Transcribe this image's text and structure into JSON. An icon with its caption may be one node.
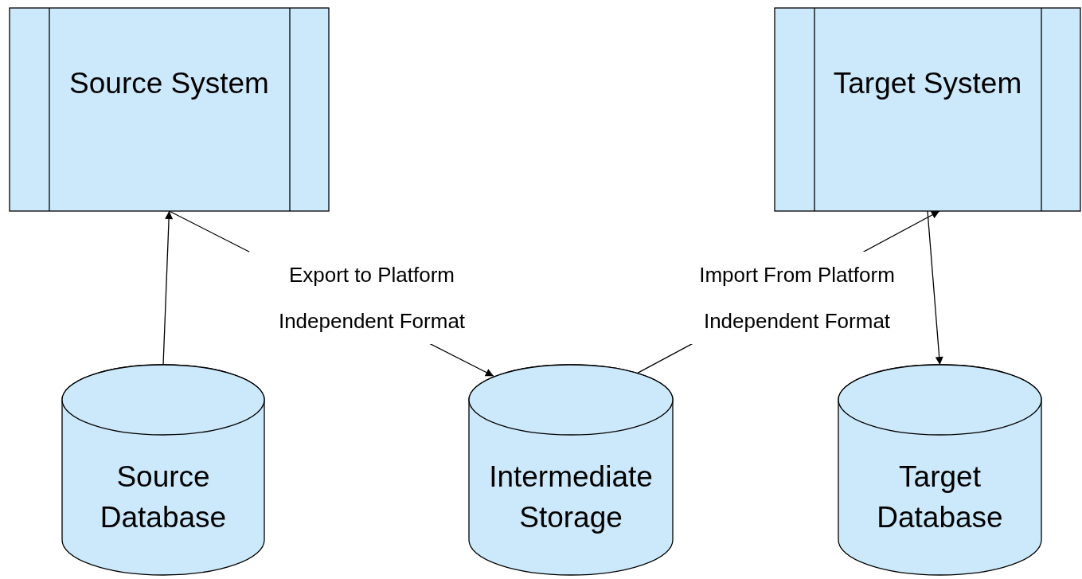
{
  "diagram": {
    "nodes": [
      {
        "text": [
          "Source System"
        ]
      },
      {
        "text": [
          "Target System"
        ]
      },
      {
        "text": [
          "Source Database"
        ]
      },
      {
        "text": [
          "Intermediate Storage"
        ]
      },
      {
        "text": [
          "Target Database"
        ]
      }
    ],
    "edges": [
      {
        "from": 2,
        "to": 0,
        "arrow": "to"
      },
      {
        "from": 0,
        "to": 3,
        "arrow": "to",
        "label": "Export to Platform Independent Format"
      },
      {
        "from": 3,
        "to": 1,
        "arrow": "to",
        "label": "Import From Platform Independent Format"
      },
      {
        "from": 1,
        "to": 4,
        "arrow": "to"
      }
    ]
  }
}
